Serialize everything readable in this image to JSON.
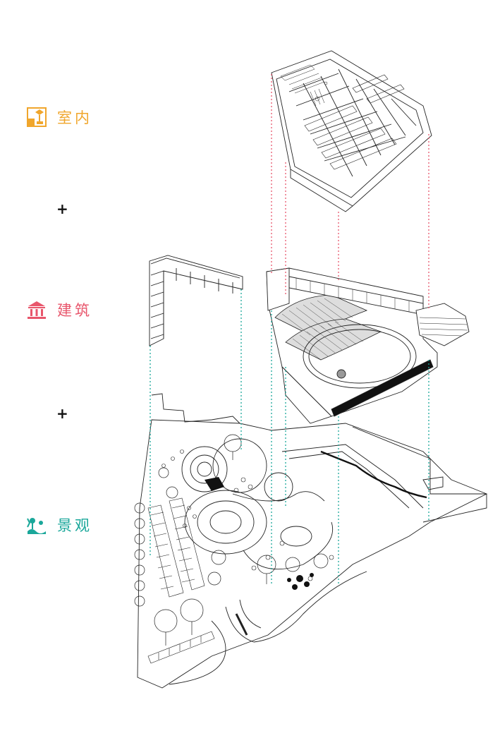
{
  "layers": [
    {
      "label": "室内",
      "color": "#f0a62c",
      "icon": "interior-icon"
    },
    {
      "label": "建筑",
      "color": "#e8566c",
      "icon": "building-icon"
    },
    {
      "label": "景观",
      "color": "#1aa79a",
      "icon": "landscape-icon"
    }
  ],
  "plus_signs": [
    "+",
    "+"
  ],
  "colors": {
    "interior_guides": "#e8566c",
    "building_guides": "#1aa79a",
    "linework": "#222222"
  }
}
